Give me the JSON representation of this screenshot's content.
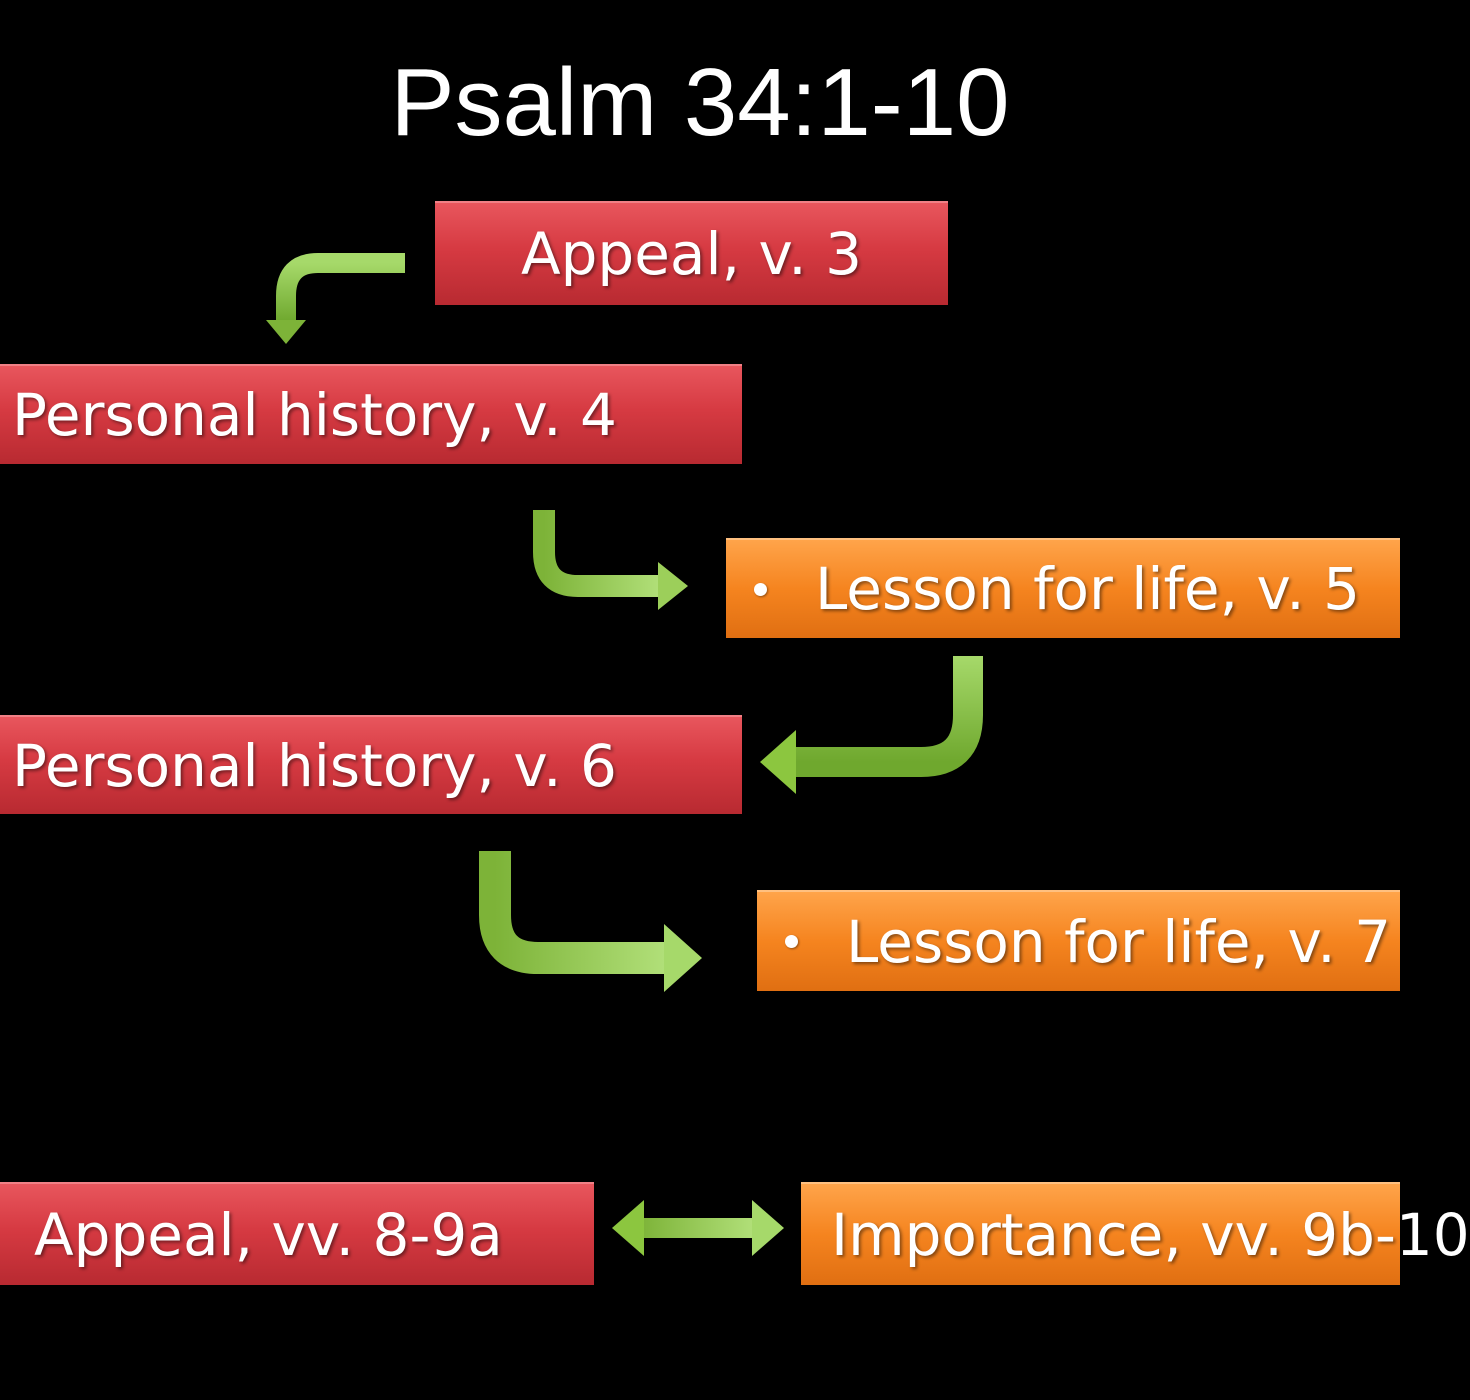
{
  "slide": {
    "title": "Psalm 34:1-10"
  },
  "nodes": [
    {
      "id": "appeal-v3",
      "label": "Appeal, v. 3",
      "style": "red",
      "bullet": false
    },
    {
      "id": "history-v4",
      "label": "Personal history, v. 4",
      "style": "red",
      "bullet": false
    },
    {
      "id": "lesson-v5",
      "label": "Lesson for life, v. 5",
      "style": "orange",
      "bullet": true
    },
    {
      "id": "history-v6",
      "label": "Personal history, v. 6",
      "style": "red",
      "bullet": false
    },
    {
      "id": "lesson-v7",
      "label": "Lesson for life, v. 7",
      "style": "orange",
      "bullet": true
    },
    {
      "id": "appeal-v8",
      "label": "Appeal, vv. 8-9a",
      "style": "red",
      "bullet": false
    },
    {
      "id": "importance-v9b",
      "label": "Importance, vv. 9b-10",
      "style": "orange",
      "bullet": false
    }
  ],
  "colors": {
    "background": "#000000",
    "red_box": "#d63a42",
    "orange_box": "#f5841f",
    "arrow": "#8cc63f",
    "text": "#ffffff"
  },
  "edges": [
    {
      "from": "appeal-v3",
      "to": "history-v4",
      "icon": "curved-arrow-icon"
    },
    {
      "from": "history-v4",
      "to": "lesson-v5",
      "icon": "curved-arrow-icon"
    },
    {
      "from": "lesson-v5",
      "to": "history-v6",
      "icon": "curved-arrow-icon"
    },
    {
      "from": "history-v6",
      "to": "lesson-v7",
      "icon": "curved-arrow-icon"
    },
    {
      "from": "appeal-v8",
      "to": "importance-v9b",
      "icon": "double-arrow-icon"
    }
  ]
}
